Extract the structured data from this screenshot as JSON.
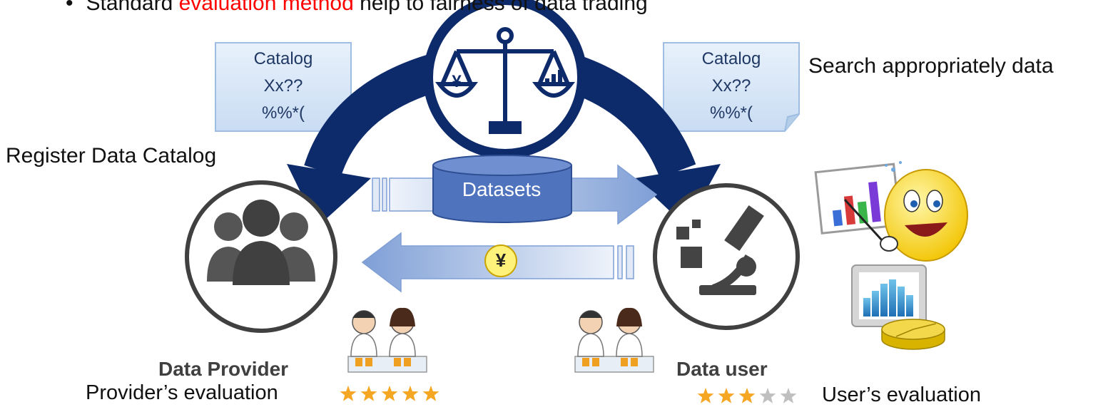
{
  "bullet": {
    "marker": "•",
    "text_before": "Standard ",
    "text_highlight": "evaluation method",
    "text_after": " help to fairness of data trading"
  },
  "catalog_left": {
    "line1": "Catalog",
    "line2": "Xx??",
    "line3": "%%*("
  },
  "catalog_right": {
    "line1": "Catalog",
    "line2": "Xx??",
    "line3": "%%*("
  },
  "labels": {
    "search": "Search appropriately data",
    "register": "Register Data Catalog",
    "datasets": "Datasets",
    "yen": "¥",
    "data_provider": "Data Provider",
    "data_user": "Data user",
    "provider_evaluation": "Provider’s evaluation",
    "user_evaluation": "User’s evaluation"
  },
  "ratings": {
    "provider": {
      "value": 5,
      "max": 5
    },
    "user": {
      "value": 3,
      "max": 5
    }
  },
  "colors": {
    "navy": "#0d2a6b",
    "blue_light": "#dbe6f5",
    "blue_mid": "#4a72c4",
    "cylinder": "#4f73bd",
    "catalog_fill": "#dbe9f8",
    "star_on": "#f5a623",
    "star_off": "#bfbfbf",
    "highlight": "#ff0000",
    "coin": "#fff27a"
  },
  "icons": {
    "scale": "balance-scale-icon",
    "people": "people-group-icon",
    "microscope": "microscope-icon",
    "smiley": "smiley-presenter-icon",
    "chart": "chart-report-icon",
    "scientists": "scientists-drinking-icon"
  }
}
